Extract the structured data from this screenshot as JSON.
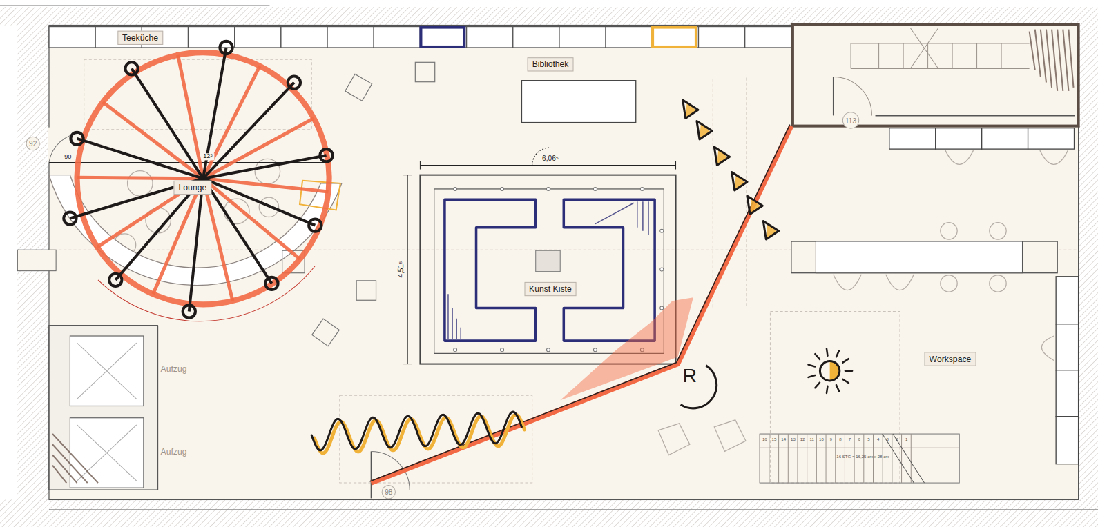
{
  "diagram": {
    "nodes": [
      {
        "text": [
          "Teeküche"
        ]
      },
      {
        "text": [
          "Bibliothek"
        ]
      },
      {
        "text": [
          "113"
        ]
      },
      {
        "text": [
          "92"
        ]
      },
      {
        "text": [
          "Lounge"
        ]
      },
      {
        "text": [
          "Kunst Kiste"
        ]
      },
      {
        "text": [
          "Workspace"
        ]
      },
      {
        "text": [
          "98"
        ]
      }
    ],
    "labels": [
      "Aufzug",
      "Aufzug",
      "90",
      "12⁵",
      "6,06⁵",
      "4,51⁵",
      "R",
      "16 STG = 16,25 cm x 28 cm",
      "16",
      "15",
      "14",
      "13",
      "12",
      "11",
      "10",
      "9",
      "8",
      "7",
      "6",
      "5",
      "4",
      "3",
      "2",
      "1"
    ]
  }
}
